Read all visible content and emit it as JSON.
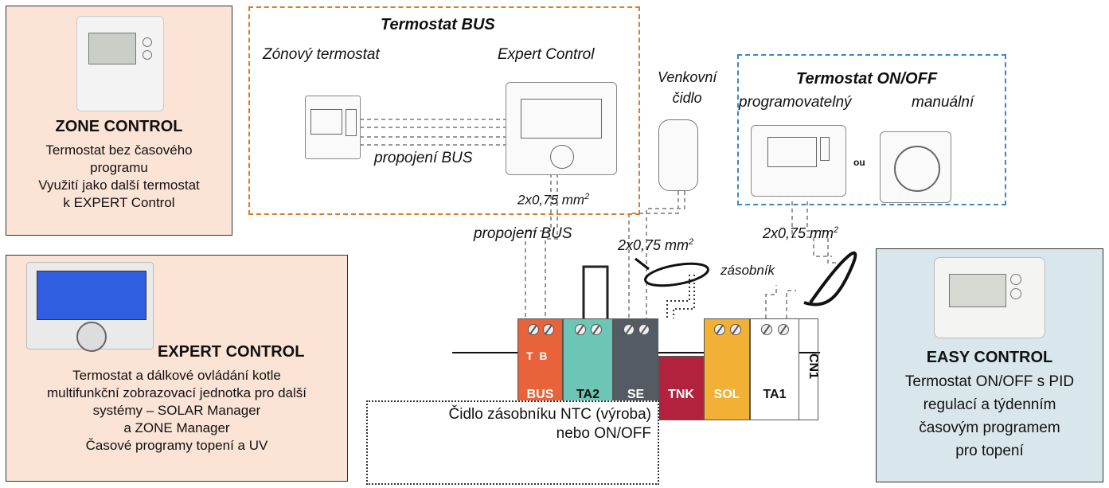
{
  "zone_control": {
    "title": "ZONE  CONTROL",
    "lines": [
      "Termostat bez časového",
      "programu",
      "Využití jako další termostat",
      "k EXPERT Control"
    ]
  },
  "expert_control": {
    "title": "EXPERT  CONTROL",
    "lines": [
      "Termostat a dálkové ovládání kotle",
      "multifunkční zobrazovací jednotka pro další",
      "systémy – SOLAR Manager",
      "a ZONE Manager",
      "Časové programy topení a UV"
    ]
  },
  "easy_control": {
    "title": "EASY  CONTROL",
    "lines": [
      "Termostat ON/OFF s PID",
      "regulací a týdenním",
      "časovým programem",
      "pro topení"
    ]
  },
  "bus_group": {
    "title": "Termostat BUS",
    "zone_label": "Zónový termostat",
    "expert_label": "Expert Control",
    "link_label": "propojení BUS",
    "cable_label": "2x0,75 mm",
    "cable_sup": "2"
  },
  "onoff_group": {
    "title": "Termostat ON/OFF",
    "prog_label": "programovatelný",
    "manual_label": "manuální",
    "ou": "ou"
  },
  "sensor": {
    "label_line1": "Venkovní",
    "label_line2": "čidlo"
  },
  "labels": {
    "bus_link": "propojení BUS",
    "cable_se": "2x0,75 mm",
    "cable_se_sup": "2",
    "cable_ta1": "2x0,75 mm",
    "cable_ta1_sup": "2",
    "tank": "zásobník"
  },
  "terminal": {
    "bus_pins": "T  B",
    "blocks": [
      "BUS",
      "TA2",
      "SE",
      "TNK",
      "SOL",
      "TA1"
    ],
    "connector": "CN1",
    "colors": [
      "#e8633a",
      "#6cc5b5",
      "#555b63",
      "#b2223c",
      "#f2b134",
      "#ffffff"
    ]
  },
  "ntc_note": {
    "line1": "Čidlo zásobníku NTC (výroba)",
    "line2": "nebo ON/OFF"
  }
}
